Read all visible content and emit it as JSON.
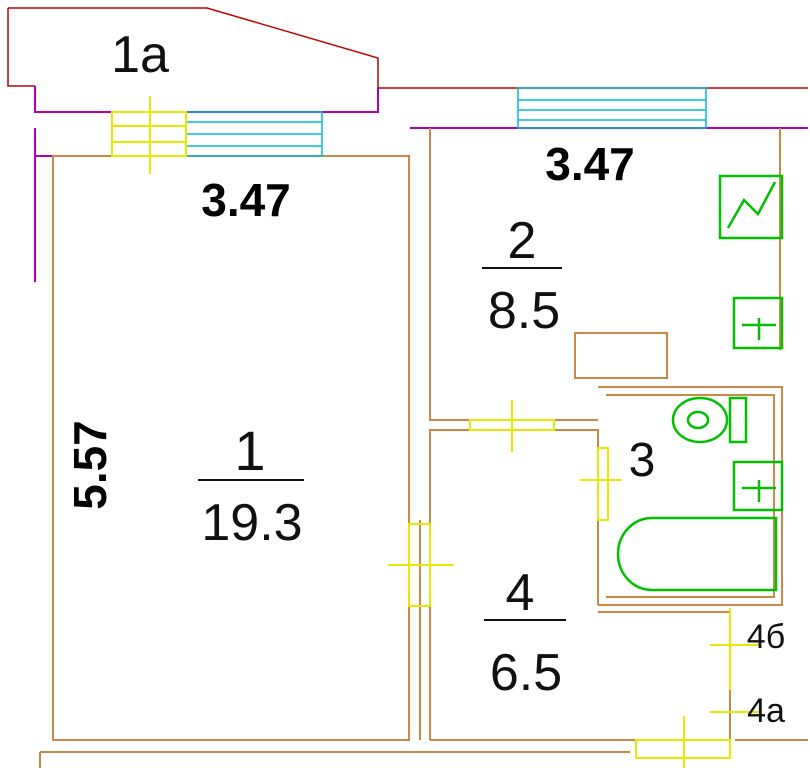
{
  "rooms": [
    {
      "id": "1",
      "area": "19.3"
    },
    {
      "id": "2",
      "area": "8.5"
    },
    {
      "id": "3"
    },
    {
      "id": "4",
      "area": "6.5"
    },
    {
      "id": "1a"
    },
    {
      "id": "4б"
    },
    {
      "id": "4a"
    }
  ],
  "dimensions": {
    "room1_width": "3.47",
    "room2_width": "3.47",
    "room1_length": "5.57"
  },
  "colors": {
    "walls": "#c98a47",
    "exterior": "#c00000",
    "partition": "#b000b0",
    "windows": "#00bcd4",
    "doors": "#e8e800",
    "fixtures": "#00c000"
  }
}
